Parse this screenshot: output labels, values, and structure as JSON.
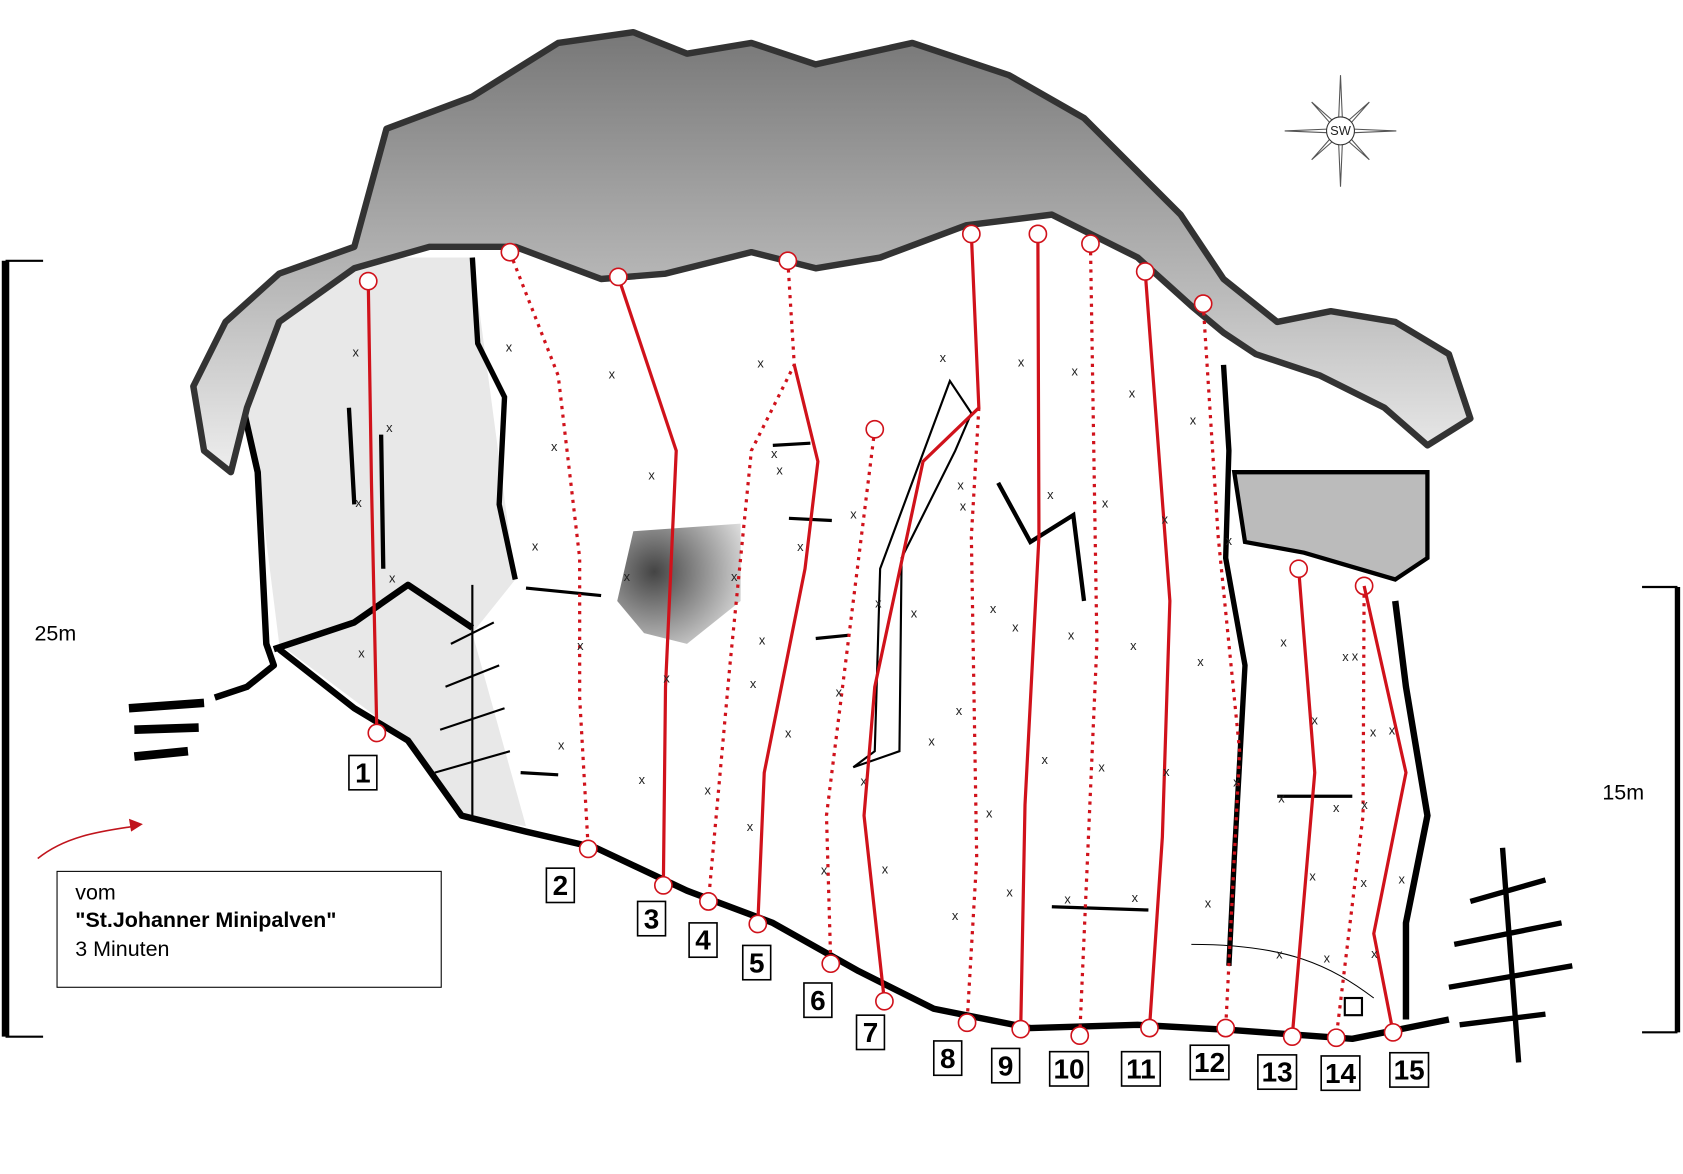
{
  "title_box": {
    "line1": "vom",
    "line2": "\"St.Johanner Minipalven\"",
    "line3": "3 Minuten"
  },
  "scale_left": "25m",
  "scale_right": "15m",
  "compass": "SW",
  "route_color": "#d0121b",
  "routes": [
    {
      "label": "1",
      "style": "solid"
    },
    {
      "label": "2",
      "style": "dotted"
    },
    {
      "label": "3",
      "style": "solid"
    },
    {
      "label": "4",
      "style": "dotted"
    },
    {
      "label": "5",
      "style": "solid"
    },
    {
      "label": "6",
      "style": "dotted"
    },
    {
      "label": "7",
      "style": "solid"
    },
    {
      "label": "8",
      "style": "dotted"
    },
    {
      "label": "9",
      "style": "solid"
    },
    {
      "label": "10",
      "style": "dotted"
    },
    {
      "label": "11",
      "style": "solid"
    },
    {
      "label": "12",
      "style": "dotted"
    },
    {
      "label": "13",
      "style": "solid"
    },
    {
      "label": "14",
      "style": "dotted"
    },
    {
      "label": "15",
      "style": "solid"
    }
  ]
}
